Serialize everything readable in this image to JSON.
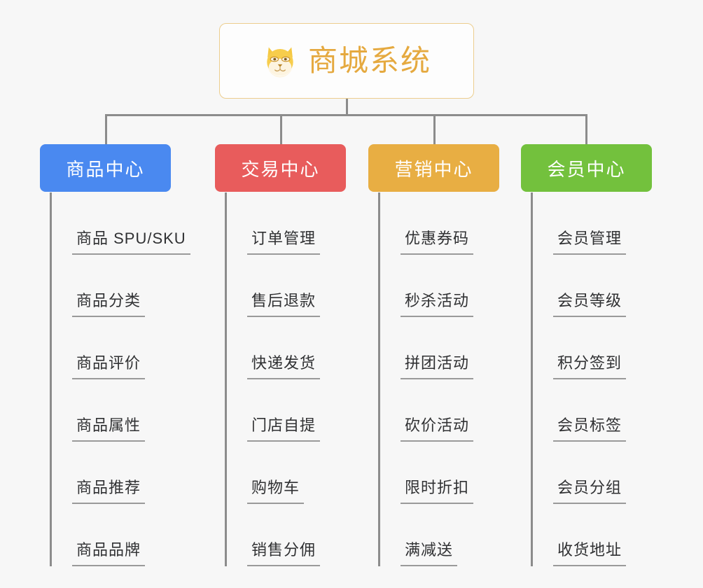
{
  "diagram": {
    "title": "商城系统",
    "root": {
      "label": "商城系统",
      "icon": "shiba-dog-icon",
      "text_color": "#e5a93f",
      "border_color": "#eccd8e",
      "background": "#fdfdfd"
    },
    "background": "#f7f7f7",
    "connector_color": "#8c8c8c",
    "branches": [
      {
        "label": "商品中心",
        "color": "#4a89f0",
        "items": [
          "商品 SPU/SKU",
          "商品分类",
          "商品评价",
          "商品属性",
          "商品推荐",
          "商品品牌"
        ]
      },
      {
        "label": "交易中心",
        "color": "#e85c5c",
        "items": [
          "订单管理",
          "售后退款",
          "快递发货",
          "门店自提",
          "购物车",
          "销售分佣"
        ]
      },
      {
        "label": "营销中心",
        "color": "#e8ae43",
        "items": [
          "优惠券码",
          "秒杀活动",
          "拼团活动",
          "砍价活动",
          "限时折扣",
          "满减送"
        ]
      },
      {
        "label": "会员中心",
        "color": "#73c13d",
        "items": [
          "会员管理",
          "会员等级",
          "积分签到",
          "会员标签",
          "会员分组",
          "收货地址"
        ]
      }
    ]
  }
}
